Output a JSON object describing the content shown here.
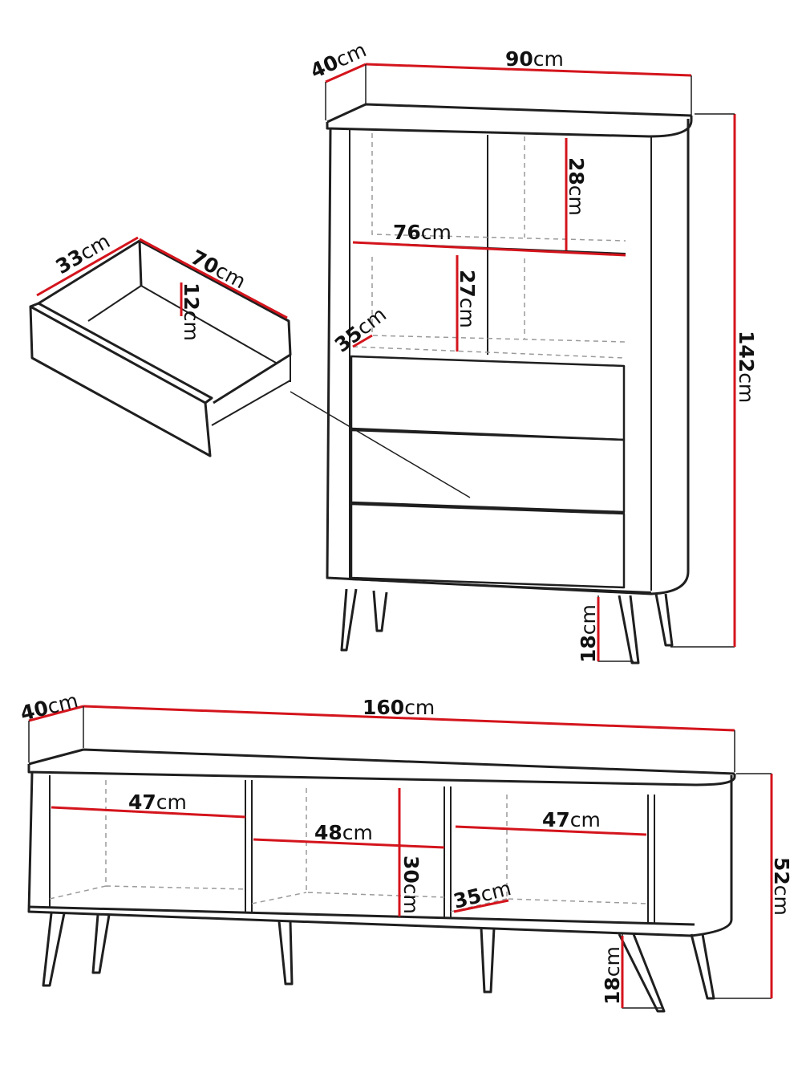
{
  "colors": {
    "outline": "#1f1f1f",
    "dimension_red": "#d4141c",
    "hidden_line": "#9a9a9a",
    "background": "#ffffff"
  },
  "cabinet": {
    "width": {
      "value": "90",
      "unit": "cm"
    },
    "depth": {
      "value": "40",
      "unit": "cm"
    },
    "height": {
      "value": "142",
      "unit": "cm"
    },
    "upper_shelf_height": {
      "value": "28",
      "unit": "cm"
    },
    "shelf_width": {
      "value": "76",
      "unit": "cm"
    },
    "lower_shelf_height": {
      "value": "27",
      "unit": "cm"
    },
    "shelf_depth": {
      "value": "35",
      "unit": "cm"
    },
    "leg_height": {
      "value": "18",
      "unit": "cm"
    }
  },
  "drawer": {
    "depth": {
      "value": "33",
      "unit": "cm"
    },
    "width": {
      "value": "70",
      "unit": "cm"
    },
    "height": {
      "value": "12",
      "unit": "cm"
    }
  },
  "tv_stand": {
    "depth": {
      "value": "40",
      "unit": "cm"
    },
    "width": {
      "value": "160",
      "unit": "cm"
    },
    "left_compartment_width": {
      "value": "47",
      "unit": "cm"
    },
    "middle_compartment_width": {
      "value": "48",
      "unit": "cm"
    },
    "right_compartment_width": {
      "value": "47",
      "unit": "cm"
    },
    "compartment_height": {
      "value": "30",
      "unit": "cm"
    },
    "compartment_depth": {
      "value": "35",
      "unit": "cm"
    },
    "height": {
      "value": "52",
      "unit": "cm"
    },
    "leg_height": {
      "value": "18",
      "unit": "cm"
    }
  }
}
